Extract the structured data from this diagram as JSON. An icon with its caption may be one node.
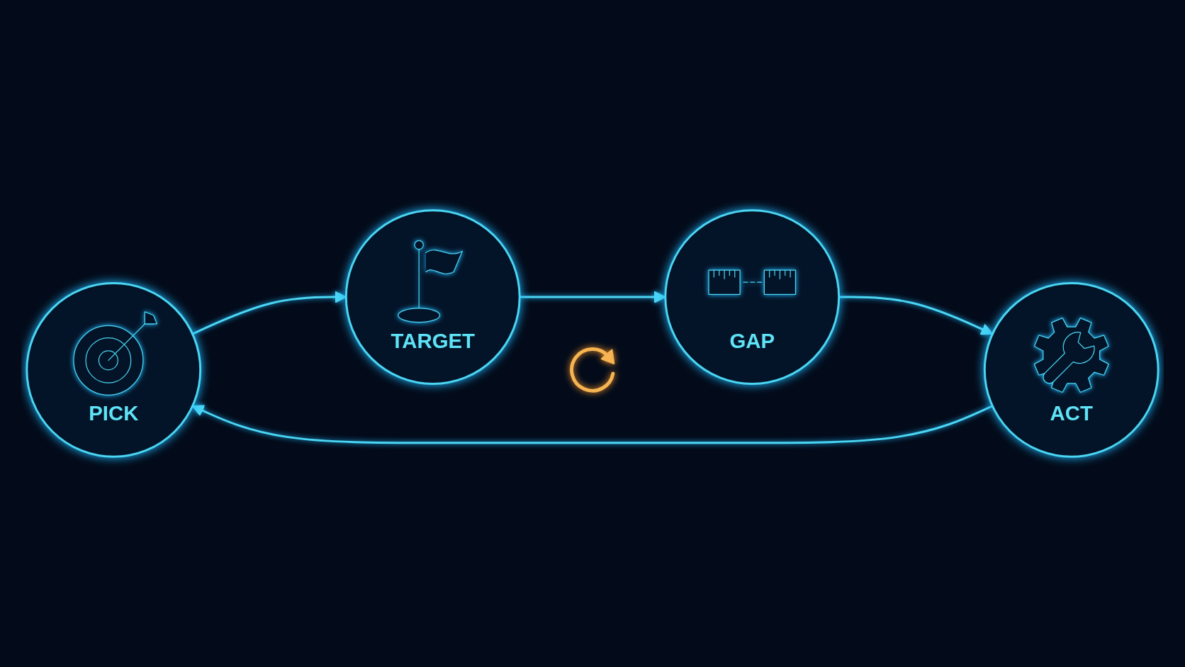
{
  "diagram": {
    "nodes": [
      {
        "text": [
          "PICK"
        ]
      },
      {
        "text": [
          "TARGET"
        ]
      },
      {
        "text": [
          "GAP"
        ]
      },
      {
        "text": [
          "ACT"
        ]
      }
    ],
    "edges": [
      {
        "from": 0,
        "to": 1,
        "arrow": "to"
      },
      {
        "from": 1,
        "to": 2,
        "arrow": "to"
      },
      {
        "from": 2,
        "to": 3,
        "arrow": "to"
      },
      {
        "from": 3,
        "to": 0,
        "arrow": "to"
      }
    ]
  }
}
